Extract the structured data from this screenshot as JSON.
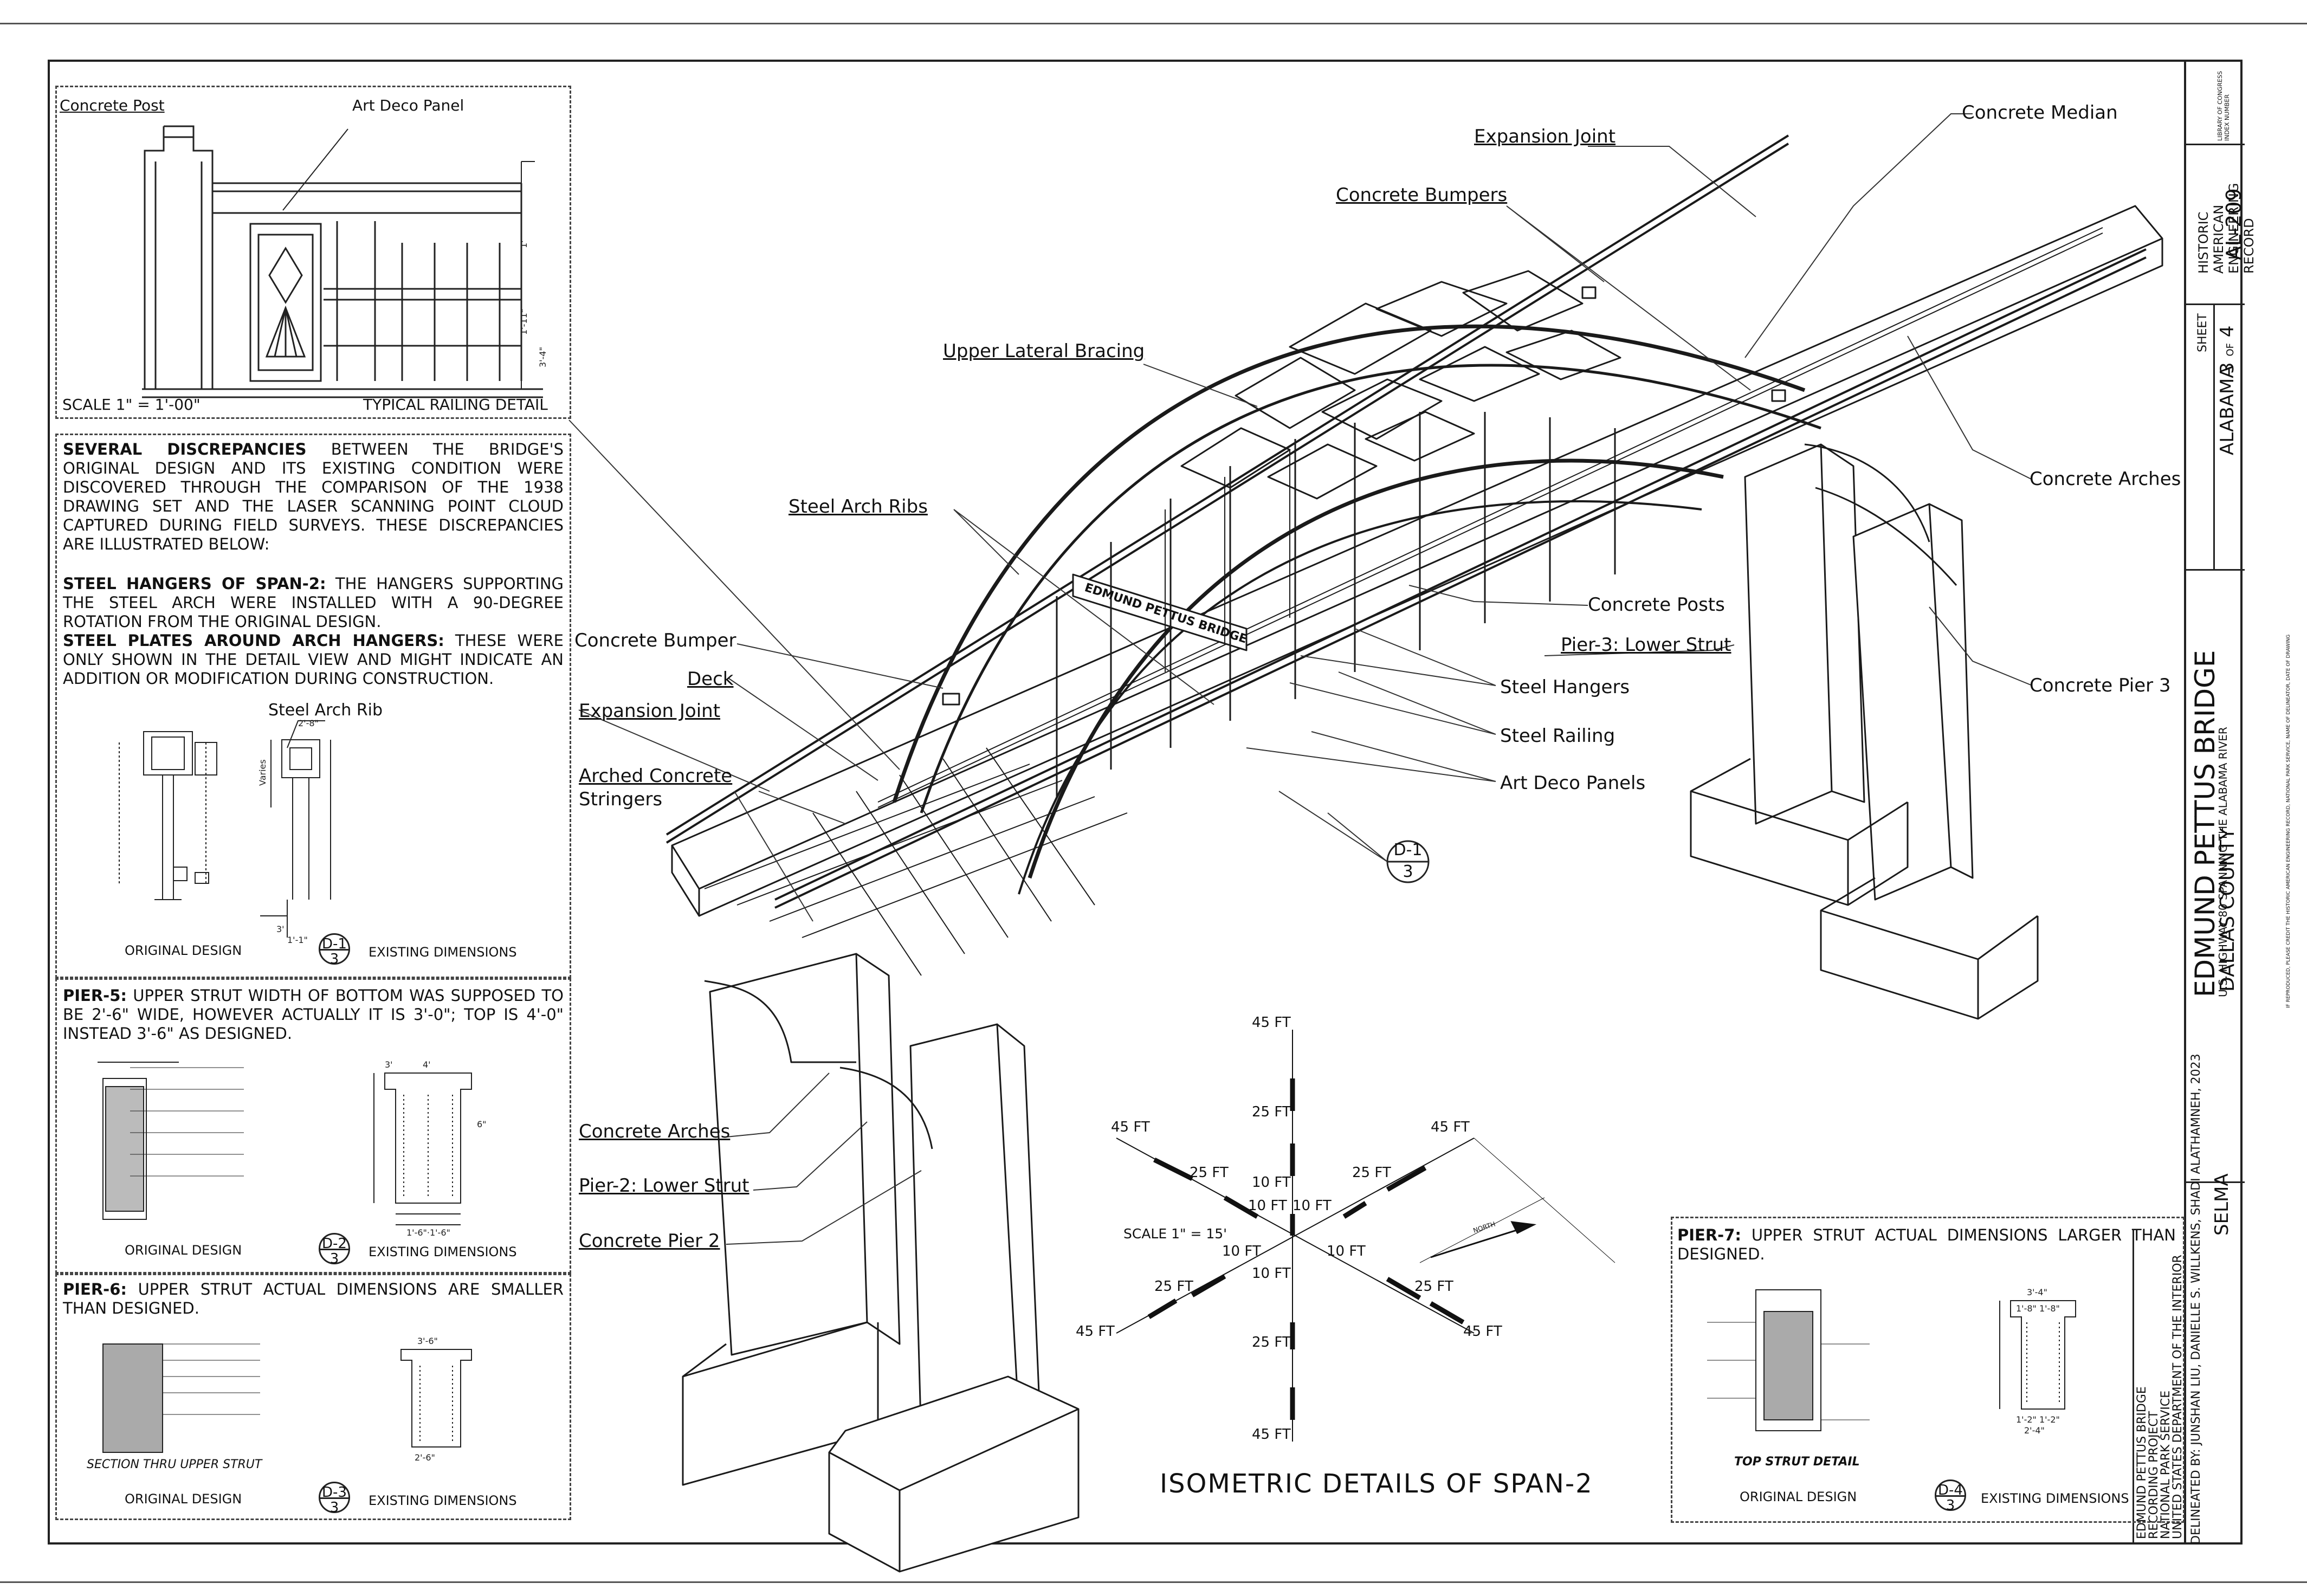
{
  "title_block": {
    "bridge_name": "EDMUND PETTUS BRIDGE",
    "bridge_subtitle": "U.S. HIGHWAY 80 SPANNING THE ALABAMA RIVER",
    "county": "DALLAS COUNTY",
    "city": "SELMA",
    "state": "ALABAMA",
    "sheet_label": "SHEET",
    "sheet_number": "3",
    "sheet_of": "OF",
    "sheet_total": "4",
    "record_type": "HISTORIC AMERICAN ENGINEERING RECORD",
    "record_number": "AL-209",
    "loc_label": "LIBRARY OF CONGRESS INDEX NUMBER",
    "project_line1": "EDMUND PETTUS BRIDGE",
    "project_line2": "RECORDING PROJECT",
    "agency_line1": "NATIONAL PARK SERVICE",
    "agency_line2": "UNITED STATES DEPARTMENT OF THE INTERIOR",
    "delineated": "DELINEATED BY: JUNSHAN LIU, DANIELLE S. WILLKENS, SHADI ALATHAMNEH, 2023",
    "reproduction_note": "IF REPRODUCED, PLEASE CREDIT THE HISTORIC AMERICAN ENGINEERING RECORD, NATIONAL PARK SERVICE, NAME OF DELINEATOR, DATE OF DRAWING"
  },
  "railing_detail": {
    "label_post": "Concrete Post",
    "label_panel": "Art Deco Panel",
    "scale": "SCALE 1\" = 1'-00\"",
    "title": "TYPICAL RAILING DETAIL"
  },
  "notes": {
    "intro_bold": "SEVERAL DISCREPANCIES",
    "intro_rest": " BETWEEN THE BRIDGE'S ORIGINAL DESIGN AND ITS EXISTING CONDITION WERE DISCOVERED THROUGH THE COMPARISON OF THE 1938 DRAWING SET AND THE LASER SCANNING POINT CLOUD CAPTURED DURING FIELD SURVEYS. THESE DISCREPANCIES ARE ILLUSTRATED BELOW:",
    "hangers_bold": "STEEL HANGERS OF SPAN-2:",
    "hangers_rest": " THE HANGERS SUPPORTING THE STEEL ARCH WERE INSTALLED WITH A 90-DEGREE ROTATION FROM THE ORIGINAL DESIGN.",
    "plates_bold": "STEEL PLATES AROUND ARCH HANGERS:",
    "plates_rest": " THESE WERE ONLY SHOWN IN THE DETAIL VIEW AND MIGHT INDICATE AN ADDITION OR MODIFICATION DURING CONSTRUCTION.",
    "steel_arch_rib": "Steel Arch Rib",
    "pier5_bold": "PIER-5:",
    "pier5_rest": " UPPER STRUT WIDTH OF BOTTOM WAS SUPPOSED TO BE 2'-6\" WIDE, HOWEVER ACTUALLY IT IS 3'-0\"; TOP IS 4'-0\" INSTEAD 3'-6\" AS DESIGNED.",
    "pier6_bold": "PIER-6:",
    "pier6_rest": " UPPER STRUT ACTUAL DIMENSIONS ARE SMALLER THAN DESIGNED.",
    "pier7_bold": "PIER-7:",
    "pier7_rest": " UPPER STRUT ACTUAL DIMENSIONS LARGER THAN DESIGNED.",
    "original_design": "ORIGINAL DESIGN",
    "existing_dimensions": "EXISTING DIMENSIONS",
    "section_thru": "SECTION THRU UPPER STRUT",
    "top_strut": "TOP STRUT DETAIL"
  },
  "detail_refs": [
    {
      "id": "D-1",
      "sheet": "3"
    },
    {
      "id": "D-2",
      "sheet": "3"
    },
    {
      "id": "D-3",
      "sheet": "3"
    },
    {
      "id": "D-4",
      "sheet": "3"
    }
  ],
  "main_callout": {
    "id": "D-1",
    "sheet": "3"
  },
  "callouts": {
    "expansion_joint_top": "Expansion Joint",
    "concrete_median": "Concrete Median",
    "concrete_bumpers": "Concrete Bumpers",
    "upper_lateral_bracing": "Upper Lateral Bracing",
    "concrete_arches_right": "Concrete Arches",
    "steel_arch_ribs": "Steel Arch Ribs",
    "concrete_posts": "Concrete Posts",
    "pier3_lower_strut": "Pier-3: Lower Strut",
    "concrete_pier_3": "Concrete Pier 3",
    "concrete_bumper": "Concrete Bumper",
    "steel_hangers": "Steel Hangers",
    "deck": "Deck",
    "steel_railing": "Steel Railing",
    "expansion_joint_left": "Expansion Joint",
    "art_deco_panels": "Art Deco Panels",
    "arched_concrete_stringers_1": "Arched Concrete",
    "arched_concrete_stringers_2": "Stringers",
    "concrete_arches_left": "Concrete Arches",
    "pier2_lower_strut": "Pier-2: Lower Strut",
    "concrete_pier_2": "Concrete Pier 2",
    "arch_sign": "EDMUND PETTUS BRIDGE"
  },
  "scale_figure": {
    "scale": "SCALE 1\" = 15'",
    "north": "NORTH",
    "labels": [
      "45 FT",
      "25 FT",
      "10 FT"
    ]
  },
  "drawing_title": "ISOMETRIC DETAILS OF SPAN-2"
}
